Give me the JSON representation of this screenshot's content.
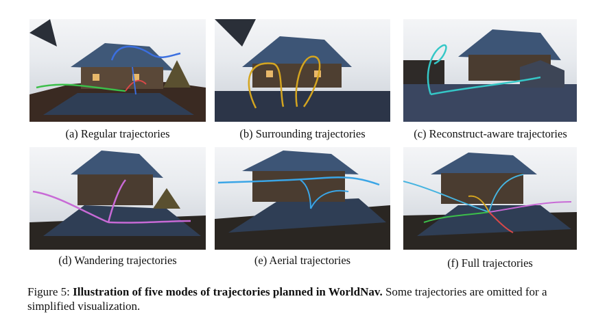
{
  "figure": {
    "panels": [
      {
        "label": "(a) Regular trajectories",
        "trajectory_color": "#3b6fe0",
        "alt_color": "#3cbf4a"
      },
      {
        "label": "(b) Surrounding trajectories",
        "trajectory_color": "#d4a520"
      },
      {
        "label": "(c) Reconstruct-aware trajectories",
        "trajectory_color": "#35c7c7"
      },
      {
        "label": "(d) Wandering trajectories",
        "trajectory_color": "#c86ad6"
      },
      {
        "label": "(e) Aerial trajectories",
        "trajectory_color": "#3aa5e6"
      },
      {
        "label": "(f) Full trajectories",
        "trajectory_color": "#46b4e0"
      }
    ],
    "caption": {
      "prefix": "Figure 5: ",
      "bold": "Illustration of five modes of trajectories planned in WorldNav.",
      "rest": " Some trajectories are omitted for a simplified visualization."
    }
  }
}
